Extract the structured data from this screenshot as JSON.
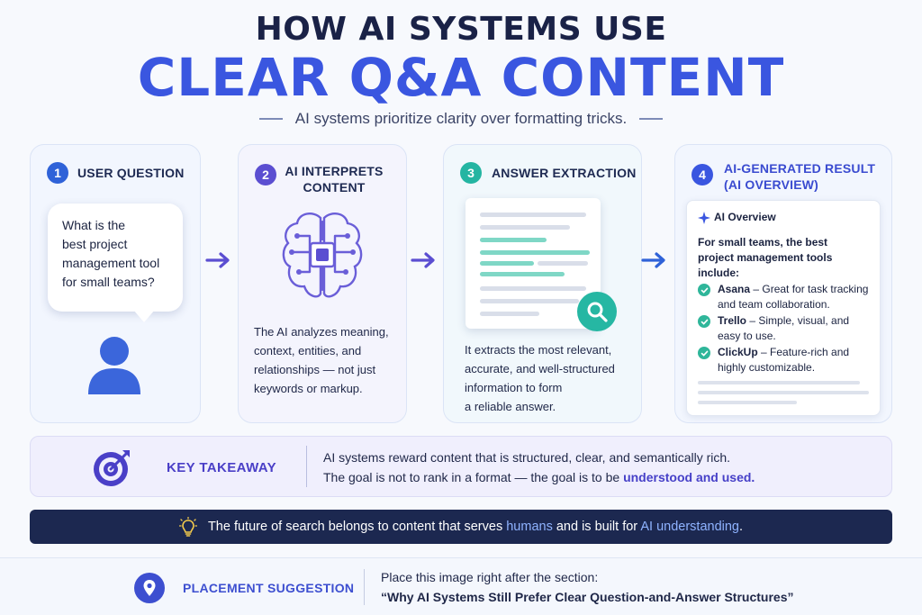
{
  "header": {
    "title_line1": "HOW AI SYSTEMS USE",
    "title_line2": "CLEAR Q&A CONTENT",
    "subtitle": "AI systems prioritize clarity over formatting tricks."
  },
  "steps": [
    {
      "number": "1",
      "title": "USER QUESTION",
      "bubble_lines": [
        "What is the",
        "best project",
        "management tool",
        "for small teams?"
      ],
      "icon": "user-icon",
      "color": "#2f62d8"
    },
    {
      "number": "2",
      "title_lines": [
        "AI INTERPRETS",
        "CONTENT"
      ],
      "desc_lines": [
        "The AI analyzes meaning,",
        "context, entities, and",
        "relationships — not just",
        "keywords or markup."
      ],
      "icon": "brain-chip-icon",
      "color": "#5b4ed1"
    },
    {
      "number": "3",
      "title": "ANSWER EXTRACTION",
      "desc_lines": [
        "It extracts the most relevant,",
        "accurate, and well-structured",
        "information to form",
        "a reliable answer."
      ],
      "icon": "search-icon",
      "color": "#24b5a2"
    },
    {
      "number": "4",
      "title_lines": [
        "AI-GENERATED RESULT",
        "(AI OVERVIEW)"
      ],
      "overview": {
        "label": "AI Overview",
        "intro_lines": [
          "For small teams, the best",
          "project management tools",
          "include:"
        ],
        "items": [
          {
            "name": "Asana",
            "lines": [
              " – Great for task tracking",
              "and team collaboration."
            ]
          },
          {
            "name": "Trello",
            "lines": [
              " – Simple, visual, and",
              "easy to use."
            ]
          },
          {
            "name": "ClickUp",
            "lines": [
              " – Feature-rich and",
              "highly customizable."
            ]
          }
        ]
      },
      "color": "#3a56e0"
    }
  ],
  "takeaway": {
    "title": "KEY TAKEAWAY",
    "line1": "AI systems reward content that is structured, clear, and semantically rich.",
    "line2_prefix": "The goal is not to rank in a format — the goal is to be ",
    "line2_highlight": "understood and used."
  },
  "banner": {
    "prefix": "The future of search belongs to content that serves ",
    "humans": "humans",
    "middle": " and is built for ",
    "ai": "AI understanding",
    "suffix": "."
  },
  "placement": {
    "title": "PLACEMENT SUGGESTION",
    "line1": "Place this image right after the section:",
    "line2": "“Why AI Systems Still Prefer Clear Question-and-Answer Structures”"
  },
  "colors": {
    "accent_blue": "#3a56e0",
    "accent_purple": "#5b4ed1",
    "accent_teal": "#24b5a2",
    "navy": "#1c2850"
  }
}
